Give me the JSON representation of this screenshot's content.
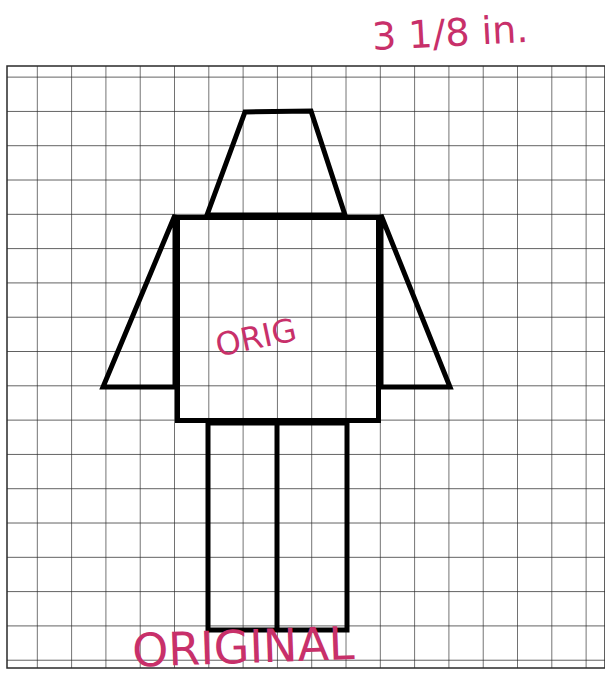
{
  "diagram": {
    "nodes": [
      {
        "text": [
          "ORIG"
        ]
      }
    ],
    "labels": [
      "3 1/8 in.",
      "ORIGINAL"
    ]
  }
}
